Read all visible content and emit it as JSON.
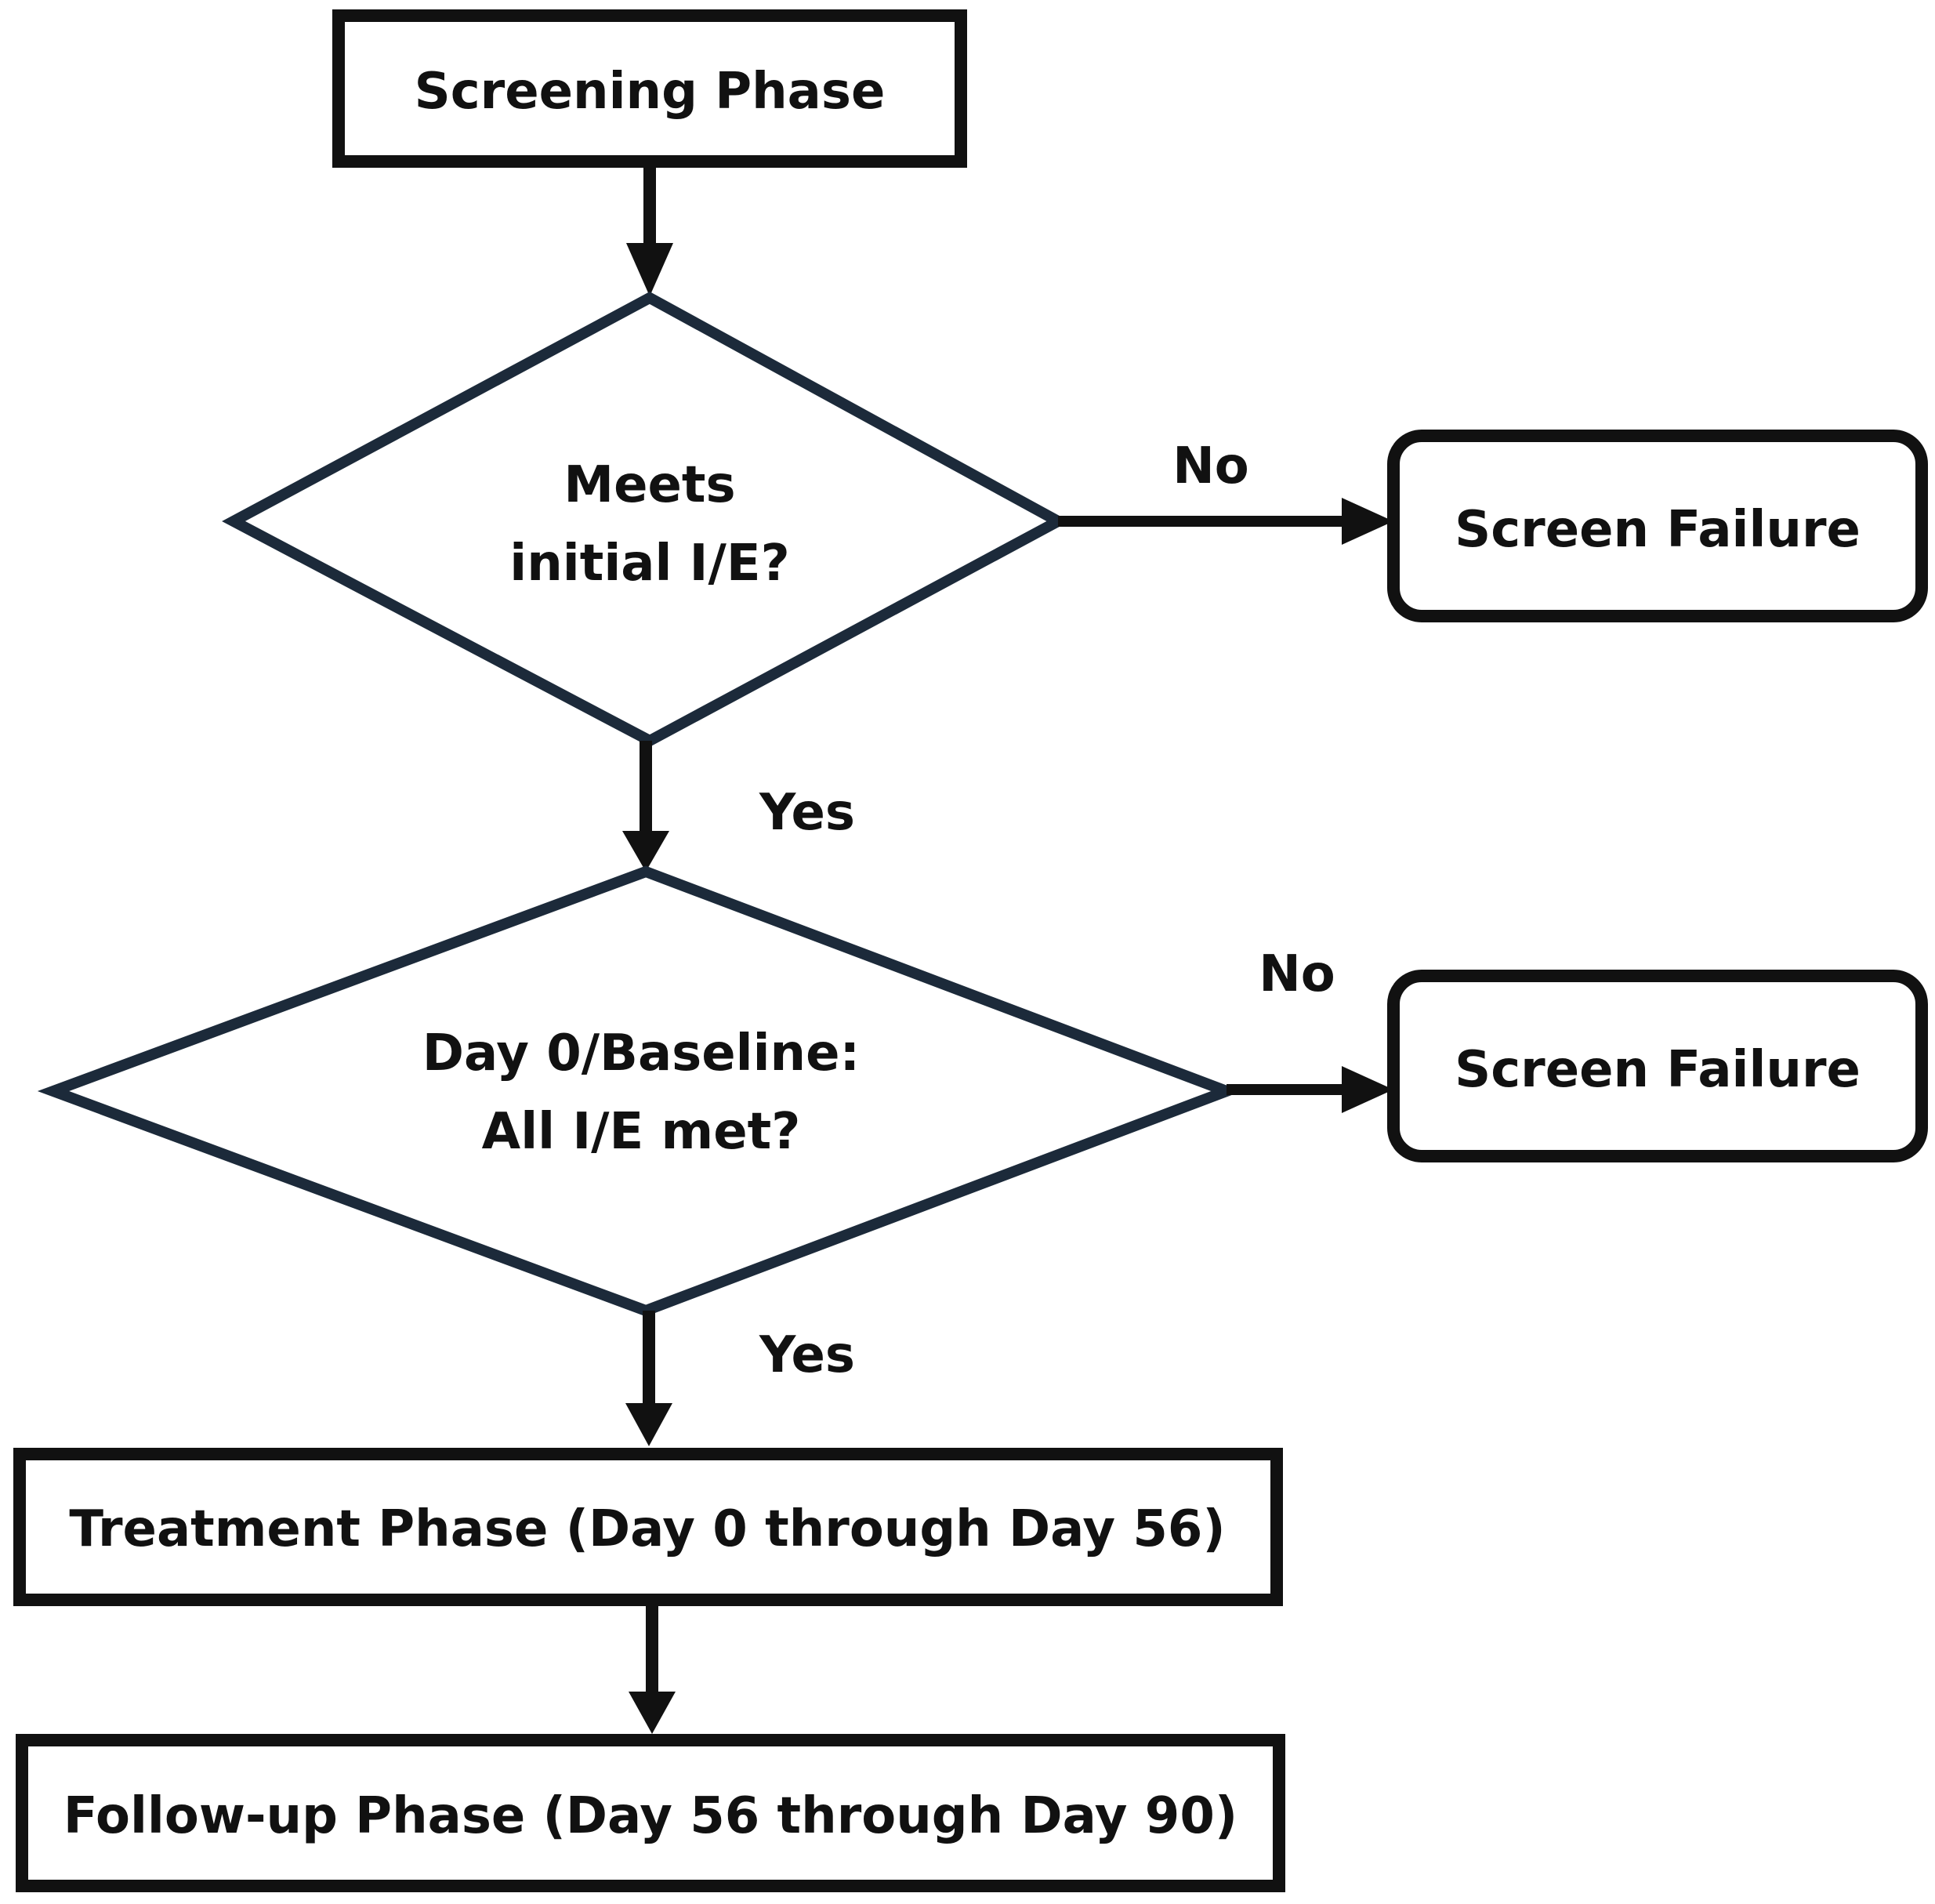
{
  "diagram": {
    "nodes": {
      "screening": {
        "lines": [
          "Screening Phase"
        ]
      },
      "decision1": {
        "lines": [
          "Meets",
          "initial I/E?"
        ]
      },
      "fail1": {
        "lines": [
          "Screen Failure"
        ]
      },
      "decision2": {
        "lines": [
          "Day 0/Baseline:",
          "All I/E met?"
        ]
      },
      "fail2": {
        "lines": [
          "Screen Failure"
        ]
      },
      "treatment": {
        "lines": [
          "Treatment Phase (Day 0 through Day 56)"
        ]
      },
      "followup": {
        "lines": [
          "Follow-up Phase (Day 56 through Day 90)"
        ]
      }
    },
    "edges": {
      "d1_no": "No",
      "d1_yes": "Yes",
      "d2_no": "No",
      "d2_yes": "Yes"
    },
    "colors": {
      "box_stroke": "#111111",
      "diamond_stroke": "#1c2a3a",
      "arrow": "#111111",
      "text": "#111111",
      "background": "#ffffff"
    }
  }
}
